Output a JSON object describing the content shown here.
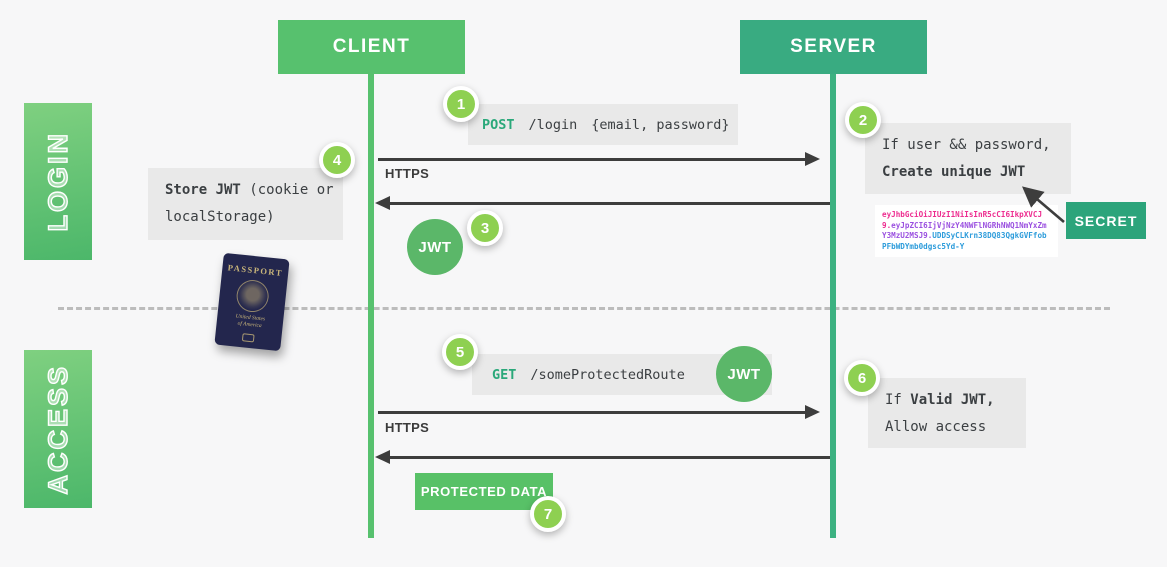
{
  "actors": {
    "client": "CLIENT",
    "server": "SERVER"
  },
  "sections": {
    "login": "LOGIN",
    "access": "ACCESS"
  },
  "login": {
    "step1": "1",
    "request": {
      "method": "POST",
      "path": "/login",
      "body": "{email, password}"
    },
    "https_label": "HTTPS",
    "step2": "2",
    "server_check": {
      "line1": "If user && password,",
      "line2_bold": "Create unique JWT"
    },
    "token": {
      "header": "eyJhbGciOiJIUzI1NiIsInR5cCI6IkpXVCJ9.",
      "payload": "eyJpZCI6IjVjNzY4NWFlNGRhNWQ1NmYxZmY3MzU2MSJ9.",
      "signature": "UDDSyCLKrn38DQ83QgkGVFfobPFbWDYmb0dgsc5Yd-Y"
    },
    "secret_label": "SECRET",
    "step3": "3",
    "jwt_badge": "JWT",
    "step4": "4",
    "store_note": {
      "bold": "Store JWT",
      "rest": " (cookie or localStorage)"
    }
  },
  "access": {
    "step5": "5",
    "request": {
      "method": "GET",
      "path": "/someProtectedRoute"
    },
    "jwt_badge": "JWT",
    "https_label": "HTTPS",
    "step6": "6",
    "server_check": {
      "prefix": "If ",
      "bold": "Valid JWT,",
      "line2": "Allow access"
    },
    "step7": "7",
    "protected_data_label": "PROTECTED DATA"
  },
  "passport": {
    "title": "PASSPORT",
    "line1": "United States",
    "line2": "of America"
  },
  "colors": {
    "background": "#f7f7f8",
    "client_green": "#57c16e",
    "server_teal": "#39ab81",
    "sidebar_gradient_top": "#7fd080",
    "sidebar_gradient_bottom": "#4cb76a",
    "badge_lime": "#8ed051",
    "jwt_circle_green": "#5bb769",
    "protected_data_green": "#58c167",
    "secret_teal": "#2ca47b",
    "note_gray": "#e9e9e9",
    "arrow_dark": "#3d3d3d",
    "keyword_green": "#2aa87a",
    "token_header_pink": "#ed2d90",
    "token_payload_purple": "#9b51e0",
    "token_signature_blue": "#2d9cdb"
  }
}
